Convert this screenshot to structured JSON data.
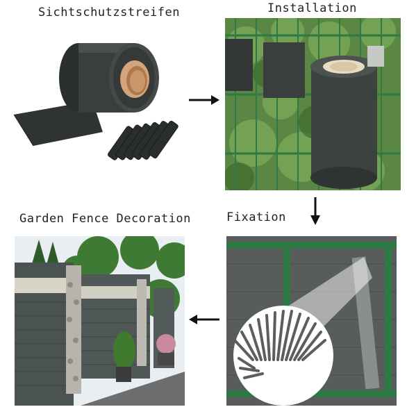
{
  "labels": {
    "top_left": "Sichtschutzstreifen",
    "top_right": "Installation",
    "bottom_right": "Fixation",
    "bottom_left": "Garden Fence Decoration"
  },
  "icons": {
    "arrow_1": "arrow-right-icon",
    "arrow_2": "arrow-down-icon",
    "arrow_3": "arrow-left-icon"
  },
  "colors": {
    "strip": "#3a3f3d",
    "core": "#c8986a",
    "fence_green": "#2e7a45",
    "foliage": "#4f8a3a",
    "sky": "#e9eef2"
  }
}
